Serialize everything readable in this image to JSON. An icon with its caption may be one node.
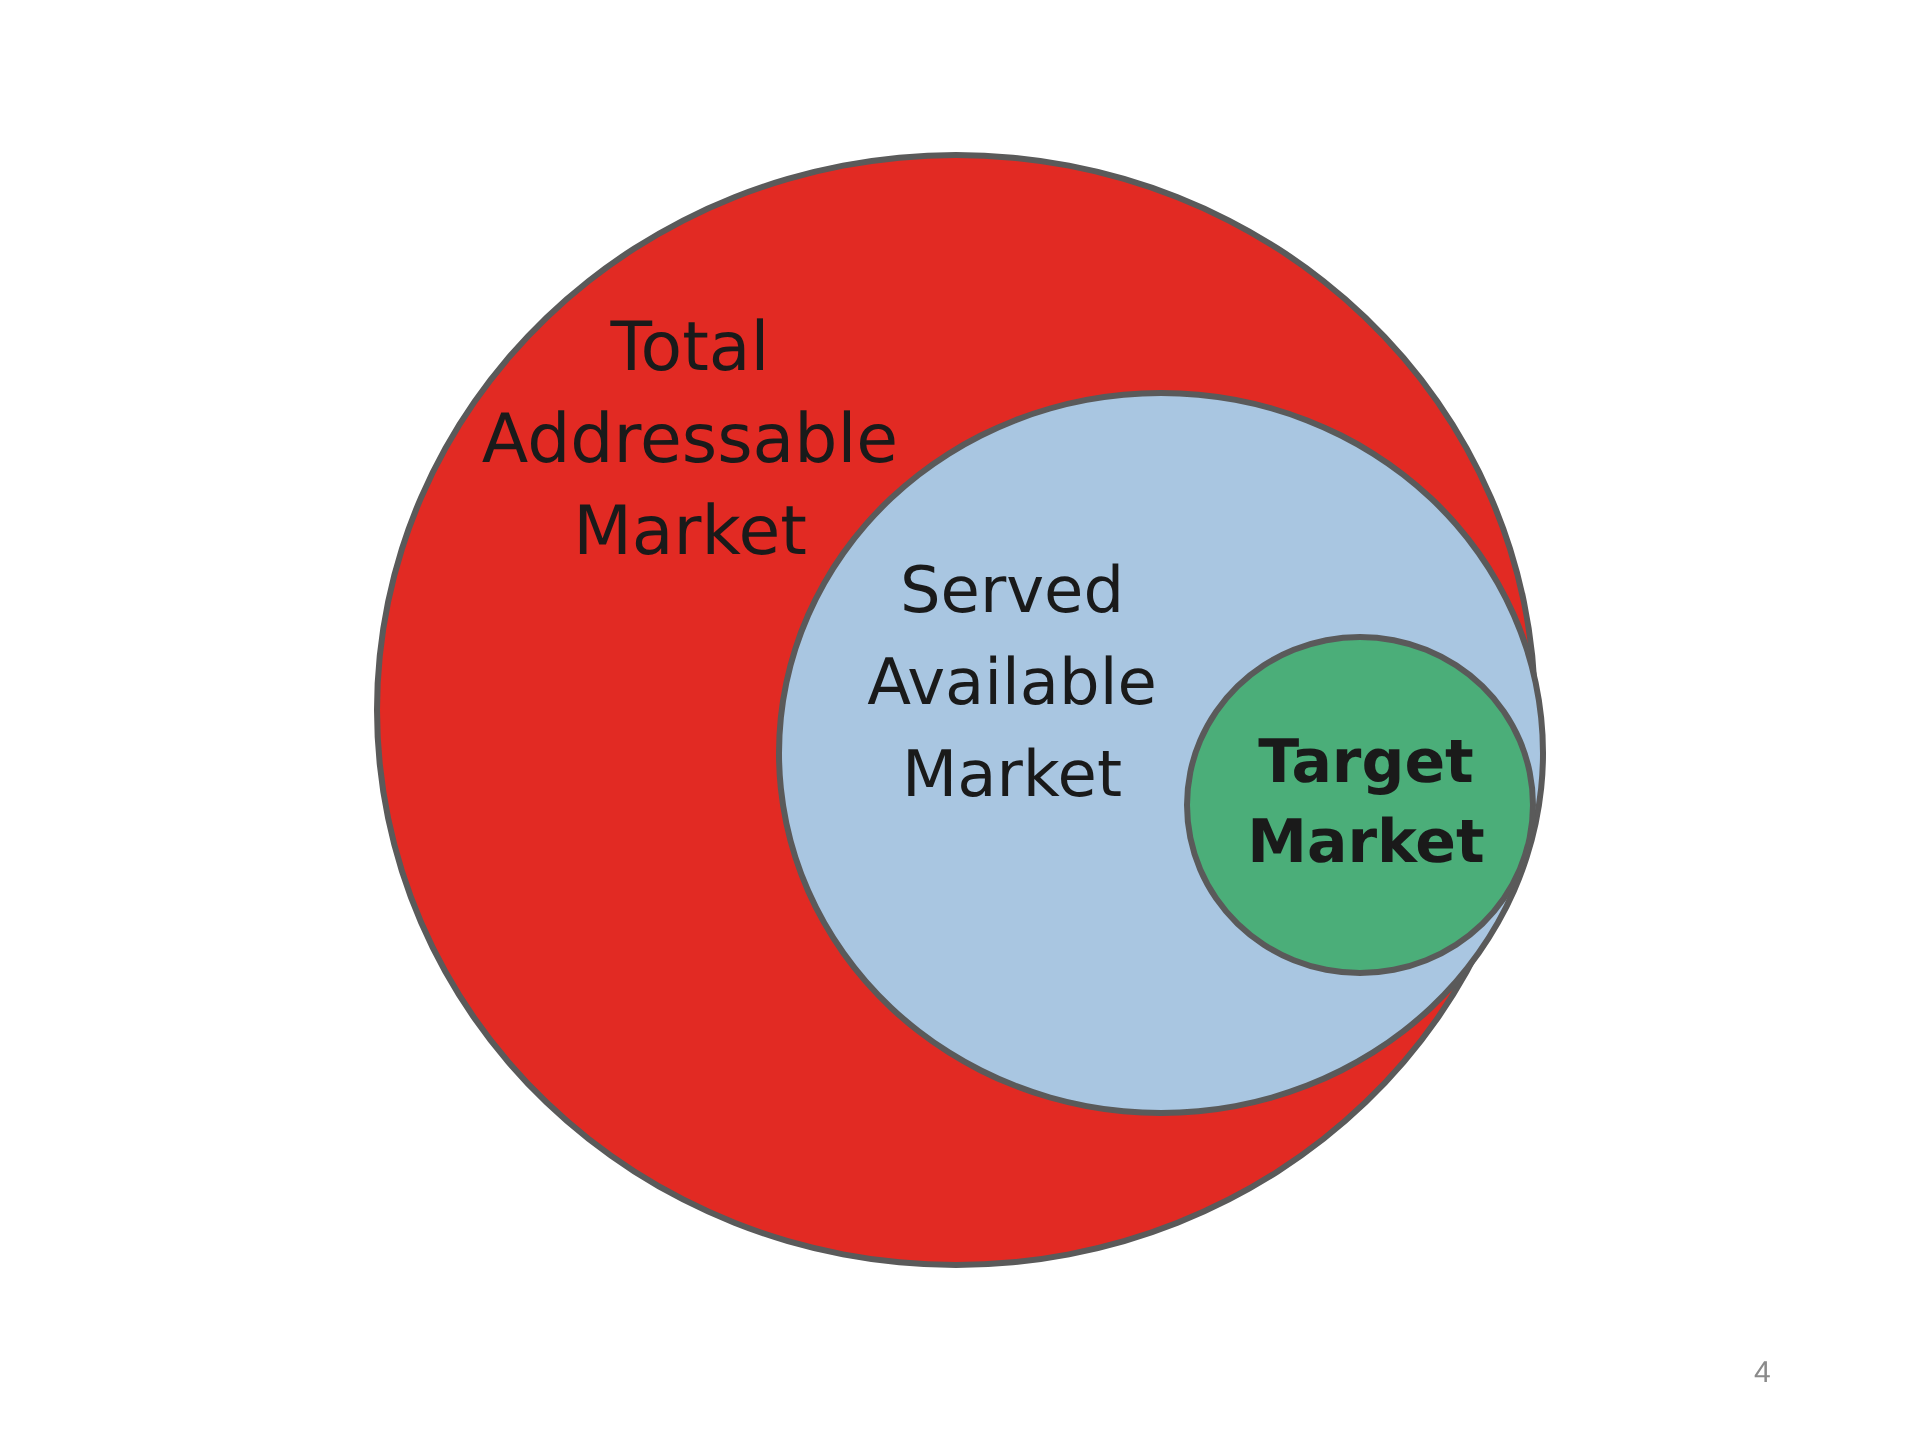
{
  "diagram": {
    "nodes": [
      {
        "text": [
          "Total Addressable Market"
        ]
      },
      {
        "text": [
          "Served Available Market"
        ],
        "in": 0
      },
      {
        "text": [
          "Target Market"
        ],
        "in": 1
      }
    ],
    "labels": [
      "4"
    ]
  }
}
